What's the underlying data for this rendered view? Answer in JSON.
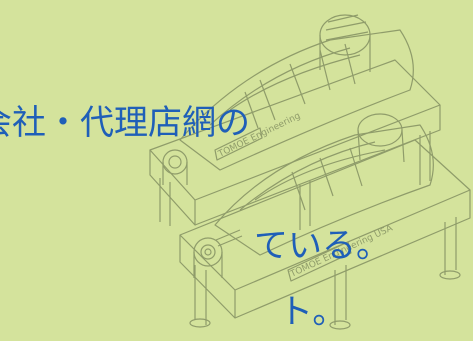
{
  "image": {
    "subject": "industrial-decanter-centrifuges",
    "colors": {
      "background": "#d4e39c",
      "line_art": "#8f9c6a",
      "text": "#1f5fb8"
    }
  },
  "machine_labels": {
    "back": "TOMOE Engineering",
    "front": "TOMOE Engineering USA"
  },
  "caption": {
    "line1": "会社・代理店網の",
    "line2": "ている。",
    "line3": "ト。"
  }
}
